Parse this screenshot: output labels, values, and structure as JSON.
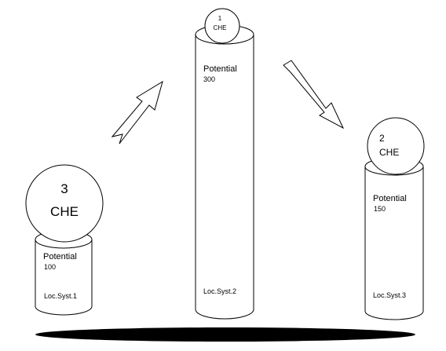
{
  "colors": {
    "outline": "#000000",
    "fill": "#ffffff",
    "shadow": "#000000"
  },
  "systems": [
    {
      "id": "loc-syst-1",
      "che_number": "3",
      "che_label": "CHE",
      "potential_label": "Potential",
      "potential_value": "100",
      "loc_label": "Loc.Syst.1"
    },
    {
      "id": "loc-syst-2",
      "che_number": "1",
      "che_label": "CHE",
      "potential_label": "Potential",
      "potential_value": "300",
      "loc_label": "Loc.Syst.2"
    },
    {
      "id": "loc-syst-3",
      "che_number": "2",
      "che_label": "CHE",
      "potential_label": "Potential",
      "potential_value": "150",
      "loc_label": "Loc.Syst.3"
    }
  ],
  "arrows": [
    {
      "id": "arrow-up",
      "icon": "hollow-arrow-up-right-icon"
    },
    {
      "id": "arrow-down",
      "icon": "hollow-arrow-down-right-icon"
    }
  ]
}
